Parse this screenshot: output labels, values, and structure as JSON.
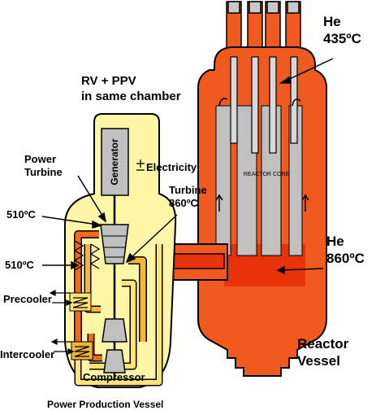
{
  "labels": {
    "he_top_line1": "He",
    "he_top_line2": "435ºC",
    "rv_ppv_line1": "RV + PPV",
    "rv_ppv_line2": "in same chamber",
    "generator": "Generator",
    "electricity": "Electricity",
    "power_turbine_line1": "Power",
    "power_turbine_line2": "Turbine",
    "turbine_line1": "Turbine",
    "turbine_line2": "860ºC",
    "temp_510_upper": "510ºC",
    "temp_510_lower": "510ºC",
    "precooler": "Precooler",
    "intercooler": "Intercooler",
    "compressor": "Compressor",
    "power_production_vessel": "Power Production Vessel",
    "reactor_core": "REACTOR CORE",
    "he_mid_line1": "He",
    "he_mid_line2": "860ºC",
    "reactor_vessel_line1": "Reactor",
    "reactor_vessel_line2": "Vessel"
  },
  "colors": {
    "reactor_fill": "#f05a1e",
    "reactor_dark": "#e8320a",
    "ppv_fill": "#fff6a8",
    "hot_pipe": "#f06a1e",
    "warm_pipe": "#f3b53a",
    "cool_pipe": "#ffe27a",
    "component_grey": "#c0c0c0"
  }
}
